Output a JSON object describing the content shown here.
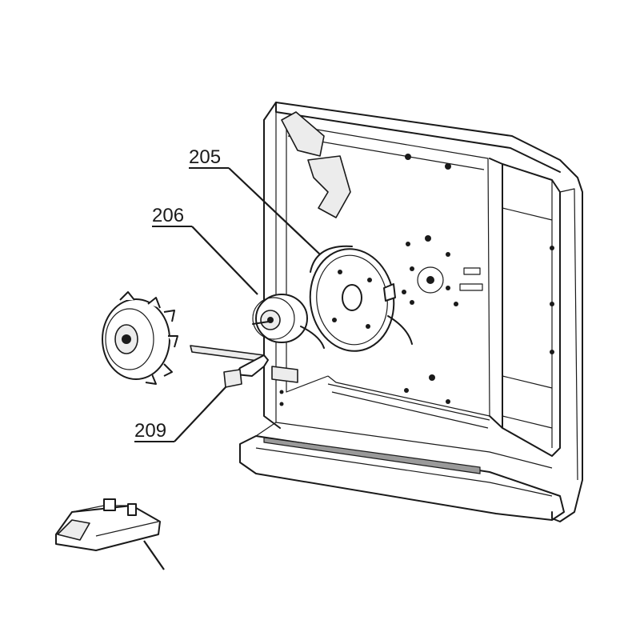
{
  "callouts": {
    "c205": "205",
    "c206": "206",
    "c209": "209"
  },
  "colors": {
    "line": "#1a1a1a",
    "background": "#ffffff",
    "shade": "#ececec"
  }
}
